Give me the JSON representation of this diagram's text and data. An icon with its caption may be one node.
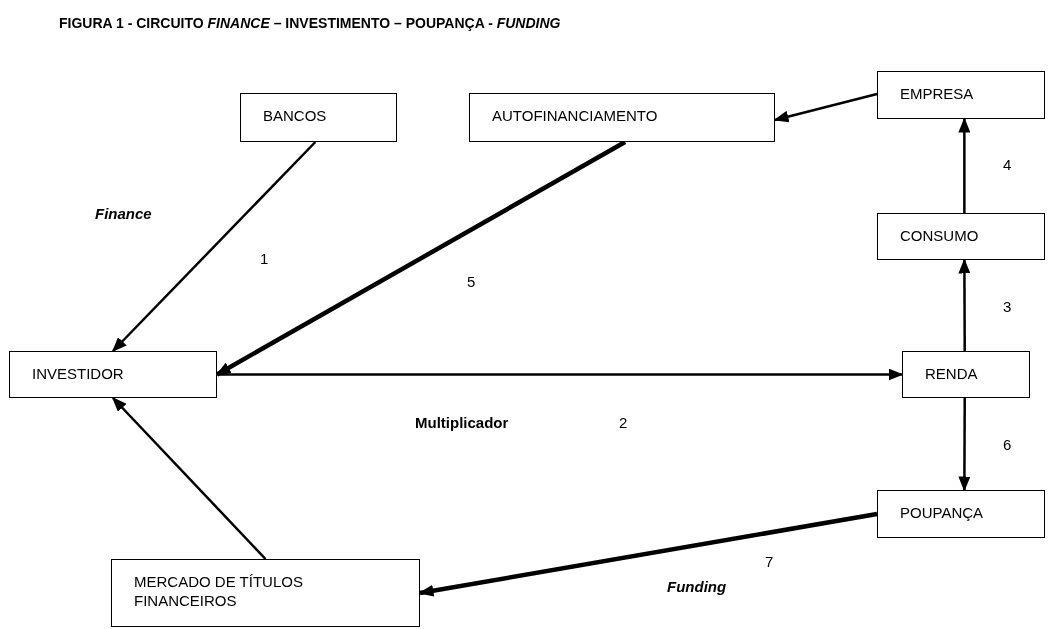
{
  "diagram": {
    "title": "FIGURA 1 - CIRCUITO *FINANCE* – INVESTIMENTO – POUPANÇA - *FUNDING*",
    "nodes": [
      {
        "text": [
          "BANCOS"
        ]
      },
      {
        "text": [
          "AUTOFINANCIAMENTO"
        ]
      },
      {
        "text": [
          "EMPRESA"
        ]
      },
      {
        "text": [
          "CONSUMO"
        ]
      },
      {
        "text": [
          "INVESTIDOR"
        ]
      },
      {
        "text": [
          "RENDA"
        ]
      },
      {
        "text": [
          "POUPANÇA"
        ]
      },
      {
        "text": [
          "MERCADO DE TÍTULOS FINANCEIROS"
        ]
      }
    ],
    "edges": [
      {
        "from": 0,
        "to": 4,
        "arrow": "to"
      },
      {
        "from": 1,
        "to": 4,
        "arrow": "to",
        "style": "thick"
      },
      {
        "from": 2,
        "to": 1,
        "arrow": "to"
      },
      {
        "from": 3,
        "to": 2,
        "arrow": "to"
      },
      {
        "from": 5,
        "to": 3,
        "arrow": "to"
      },
      {
        "from": 4,
        "to": 5,
        "arrow": "to"
      },
      {
        "from": 5,
        "to": 6,
        "arrow": "to"
      },
      {
        "from": 6,
        "to": 7,
        "arrow": "to",
        "style": "thick"
      },
      {
        "from": 7,
        "to": 4,
        "arrow": "to"
      }
    ],
    "labels": [
      "Finance",
      "4",
      "1",
      "5",
      "3",
      "Multiplicador",
      "2",
      "6",
      "7",
      "Funding"
    ]
  }
}
